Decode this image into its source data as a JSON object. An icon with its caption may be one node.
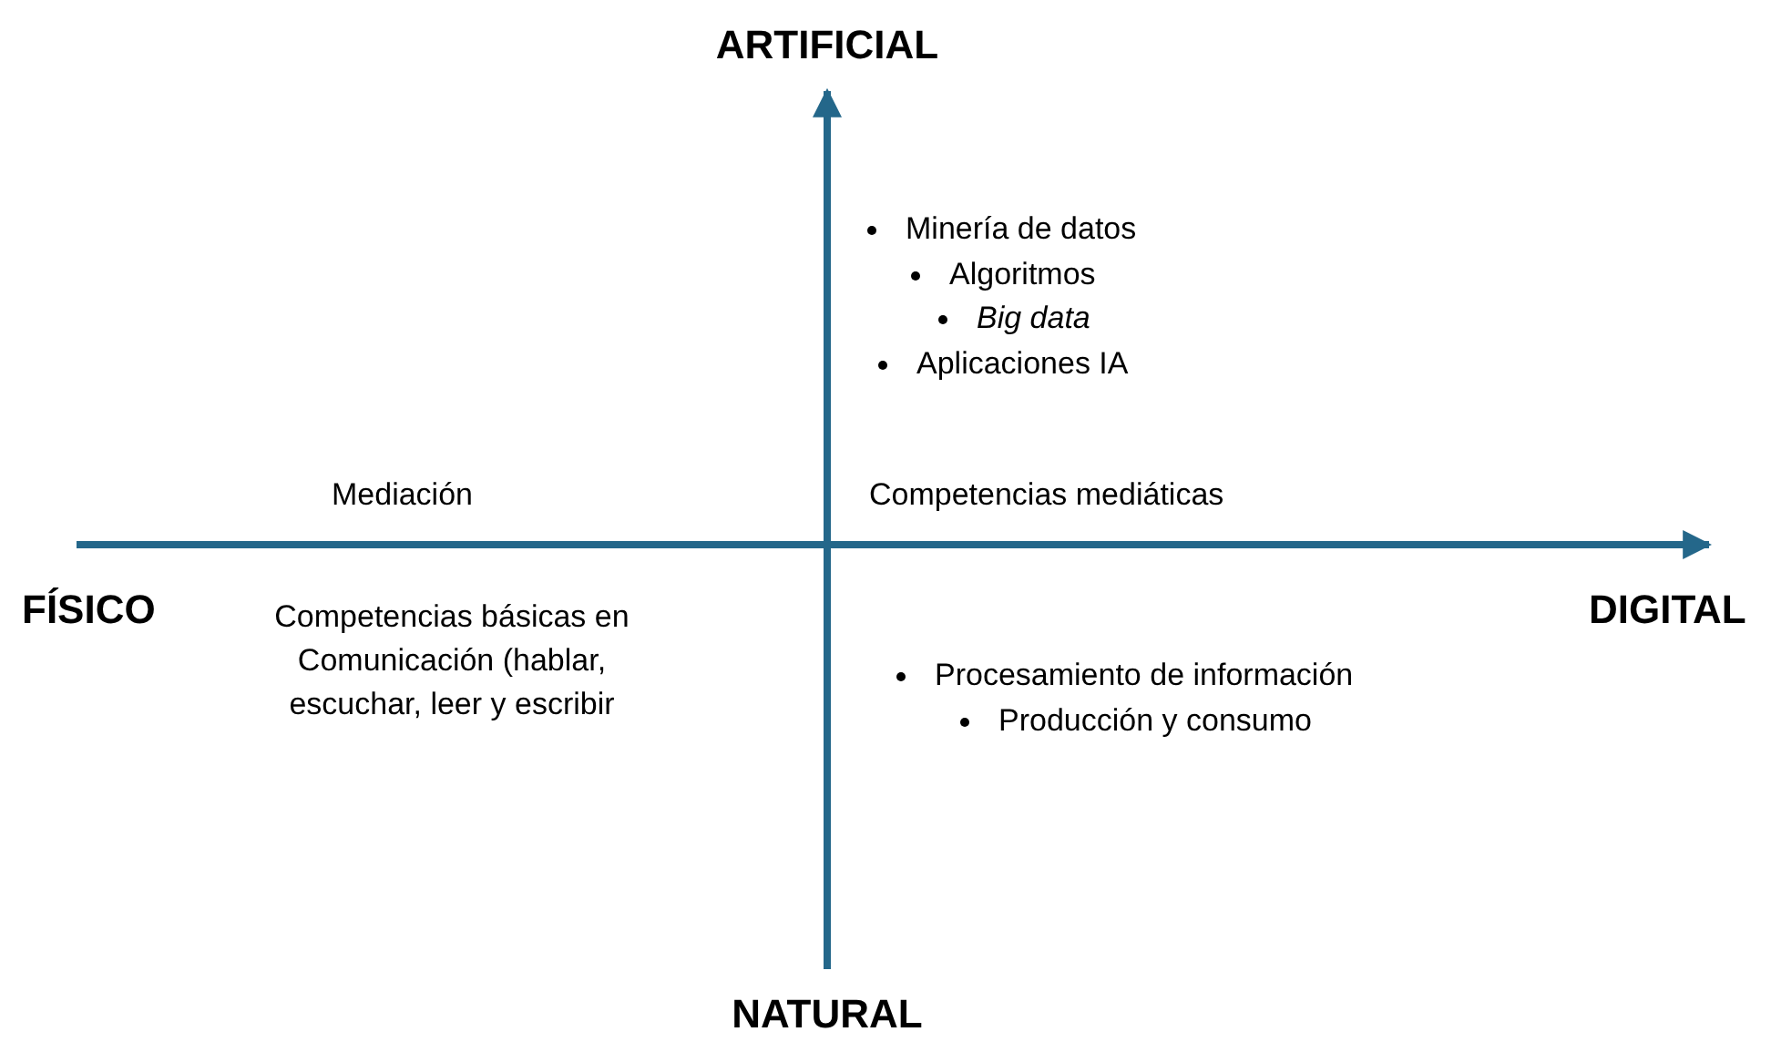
{
  "diagram": {
    "labels": [
      "ARTIFICIAL",
      "Minería de datos",
      "Algoritmos",
      "Big data",
      "Aplicaciones IA",
      "Mediación",
      "Competencias mediáticas",
      "FÍSICO",
      "Competencias básicas en Comunicación (hablar, escuchar, leer y escribir",
      "DIGITAL",
      "Procesamiento de información",
      "Producción y consumo",
      "NATURAL"
    ]
  }
}
